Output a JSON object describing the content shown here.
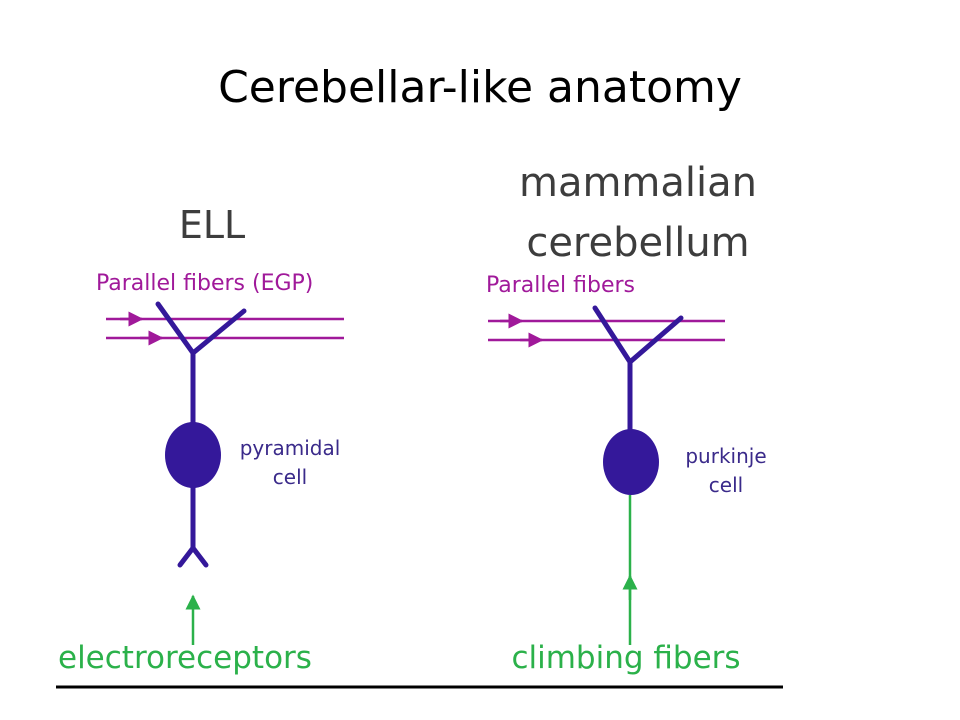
{
  "title": "Cerebellar-like anatomy",
  "colors": {
    "neuron": "#34189a",
    "parallel_fibers": "#a0199a",
    "input_fibers": "#2bb14a",
    "heading": "#3d3d3d",
    "cell_label": "#3a2a8a",
    "baseline": "#000000"
  },
  "left_panel": {
    "heading": "ELL",
    "fiber_label": "Parallel fibers (EGP)",
    "cell_label_line1": "pyramidal",
    "cell_label_line2": "cell",
    "input_label": "electroreceptors"
  },
  "right_panel": {
    "heading_line1": "mammalian",
    "heading_line2": "cerebellum",
    "fiber_label": "Parallel fibers",
    "cell_label_line1": "purkinje",
    "cell_label_line2": "cell",
    "input_label": "climbing fibers"
  }
}
